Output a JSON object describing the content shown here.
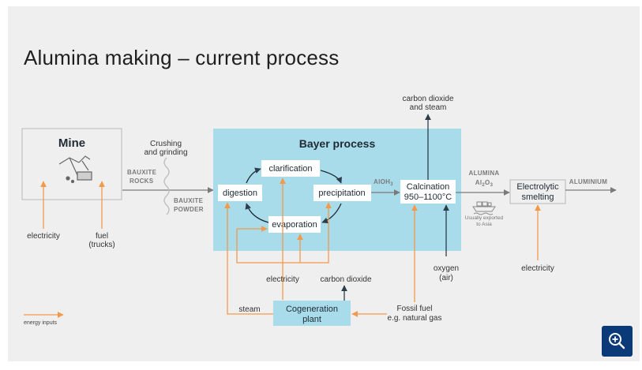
{
  "title": "Alumina making – current process",
  "nodes": {
    "mine": "Mine",
    "bayer": "Bayer process",
    "clarification": "clarification",
    "digestion": "digestion",
    "precipitation": "precipitation",
    "evaporation": "evaporation",
    "calcination_1": "Calcination",
    "calcination_2": "950–1100°C",
    "smelting_1": "Electrolytic",
    "smelting_2": "smelting",
    "cogen_1": "Cogeneration",
    "cogen_2": "plant"
  },
  "labels": {
    "crushing_1": "Crushing",
    "crushing_2": "and grinding",
    "bauxite_rocks_1": "BAUXITE",
    "bauxite_rocks_2": "ROCKS",
    "bauxite_powder_1": "BAUXITE",
    "bauxite_powder_2": "POWDER",
    "aloh": "AlOH",
    "aloh_sub": "3",
    "alumina_1": "ALUMINA",
    "alumina_2": "Al",
    "alumina_2_sub": "2",
    "alumina_2_b": "O",
    "alumina_2_sub2": "3",
    "aluminium": "ALUMINIUM",
    "export_1": "Usually exported",
    "export_2": "to Asia",
    "co2_steam_1": "carbon dioxide",
    "co2_steam_2": "and steam",
    "oxygen_1": "oxygen",
    "oxygen_2": "(air)",
    "electricity_mine": "electricity",
    "fuel_1": "fuel",
    "fuel_2": "(trucks)",
    "electricity_smelt": "electricity",
    "electricity_cogen": "electricity",
    "co2_cogen": "carbon dioxide",
    "steam": "steam",
    "fossil_1": "Fossil fuel",
    "fossil_2": "e.g. natural gas",
    "legend": "energy inputs"
  },
  "icons": {
    "mine": "mining-pickaxe-icon",
    "ship": "cargo-ship-icon",
    "zoom": "zoom-in-icon"
  },
  "colors": {
    "bayer_fill": "#a9dceb",
    "energy": "#f2994a",
    "flow": "#7a7a7a",
    "dark_arrow": "#2e3d4a",
    "zoom_button": "#0b3a78"
  }
}
